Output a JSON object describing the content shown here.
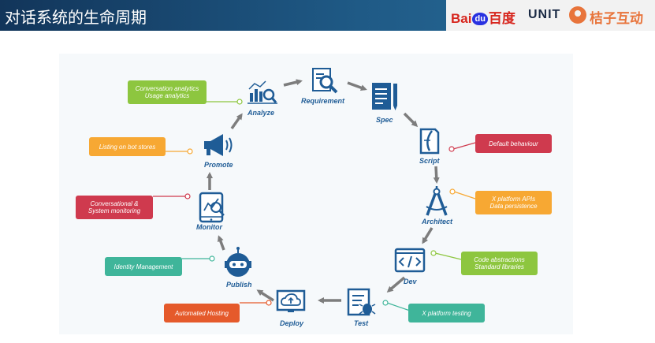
{
  "header": {
    "title": "对话系统的生命周期",
    "logos": {
      "baidu_left": "Bai",
      "baidu_du": "du",
      "baidu_right": "百度",
      "unit": "UNIT",
      "juzi": "桔子互动"
    }
  },
  "colors": {
    "primary": "#1f5c96",
    "arrow": "#7d7d7d",
    "green": "#8dc63f",
    "orange": "#f7a833",
    "red": "#cf3a4e",
    "teal": "#3fb59a",
    "deep_orange": "#e55a2b"
  },
  "stages": [
    {
      "id": "analyze",
      "label": "Analyze",
      "icon": "analytics-icon"
    },
    {
      "id": "requirement",
      "label": "Requirement",
      "icon": "magnifier-document-icon"
    },
    {
      "id": "spec",
      "label": "Spec",
      "icon": "document-pen-icon"
    },
    {
      "id": "script",
      "label": "Script",
      "icon": "script-page-icon"
    },
    {
      "id": "architect",
      "label": "Architect",
      "icon": "compass-icon"
    },
    {
      "id": "dev",
      "label": "Dev",
      "icon": "code-icon"
    },
    {
      "id": "test",
      "label": "Test",
      "icon": "bug-checklist-icon"
    },
    {
      "id": "deploy",
      "label": "Deploy",
      "icon": "cloud-upload-icon"
    },
    {
      "id": "publish",
      "label": "Publish",
      "icon": "robot-head-icon"
    },
    {
      "id": "monitor",
      "label": "Monitor",
      "icon": "tablet-chart-icon"
    },
    {
      "id": "promote",
      "label": "Promote",
      "icon": "megaphone-icon"
    }
  ],
  "notes": [
    {
      "id": "analytics",
      "lines": [
        "Conversation analytics",
        "Usage analytics"
      ],
      "color": "#8dc63f"
    },
    {
      "id": "listing",
      "lines": [
        "Listing on bot stores"
      ],
      "color": "#f7a833"
    },
    {
      "id": "monitoring",
      "lines": [
        "Conversational &",
        "System monitoring"
      ],
      "color": "#cf3a4e"
    },
    {
      "id": "identity",
      "lines": [
        "Identity Management"
      ],
      "color": "#3fb59a"
    },
    {
      "id": "hosting",
      "lines": [
        "Automated Hosting"
      ],
      "color": "#e55a2b"
    },
    {
      "id": "default",
      "lines": [
        "Default behaviour"
      ],
      "color": "#cf3a4e"
    },
    {
      "id": "xplatform_api",
      "lines": [
        "X  platform APIs",
        "Data persistence"
      ],
      "color": "#f7a833"
    },
    {
      "id": "code",
      "lines": [
        "Code abstractions",
        "Standard libraries"
      ],
      "color": "#8dc63f"
    },
    {
      "id": "xtest",
      "lines": [
        "X platform testing"
      ],
      "color": "#3fb59a"
    }
  ]
}
